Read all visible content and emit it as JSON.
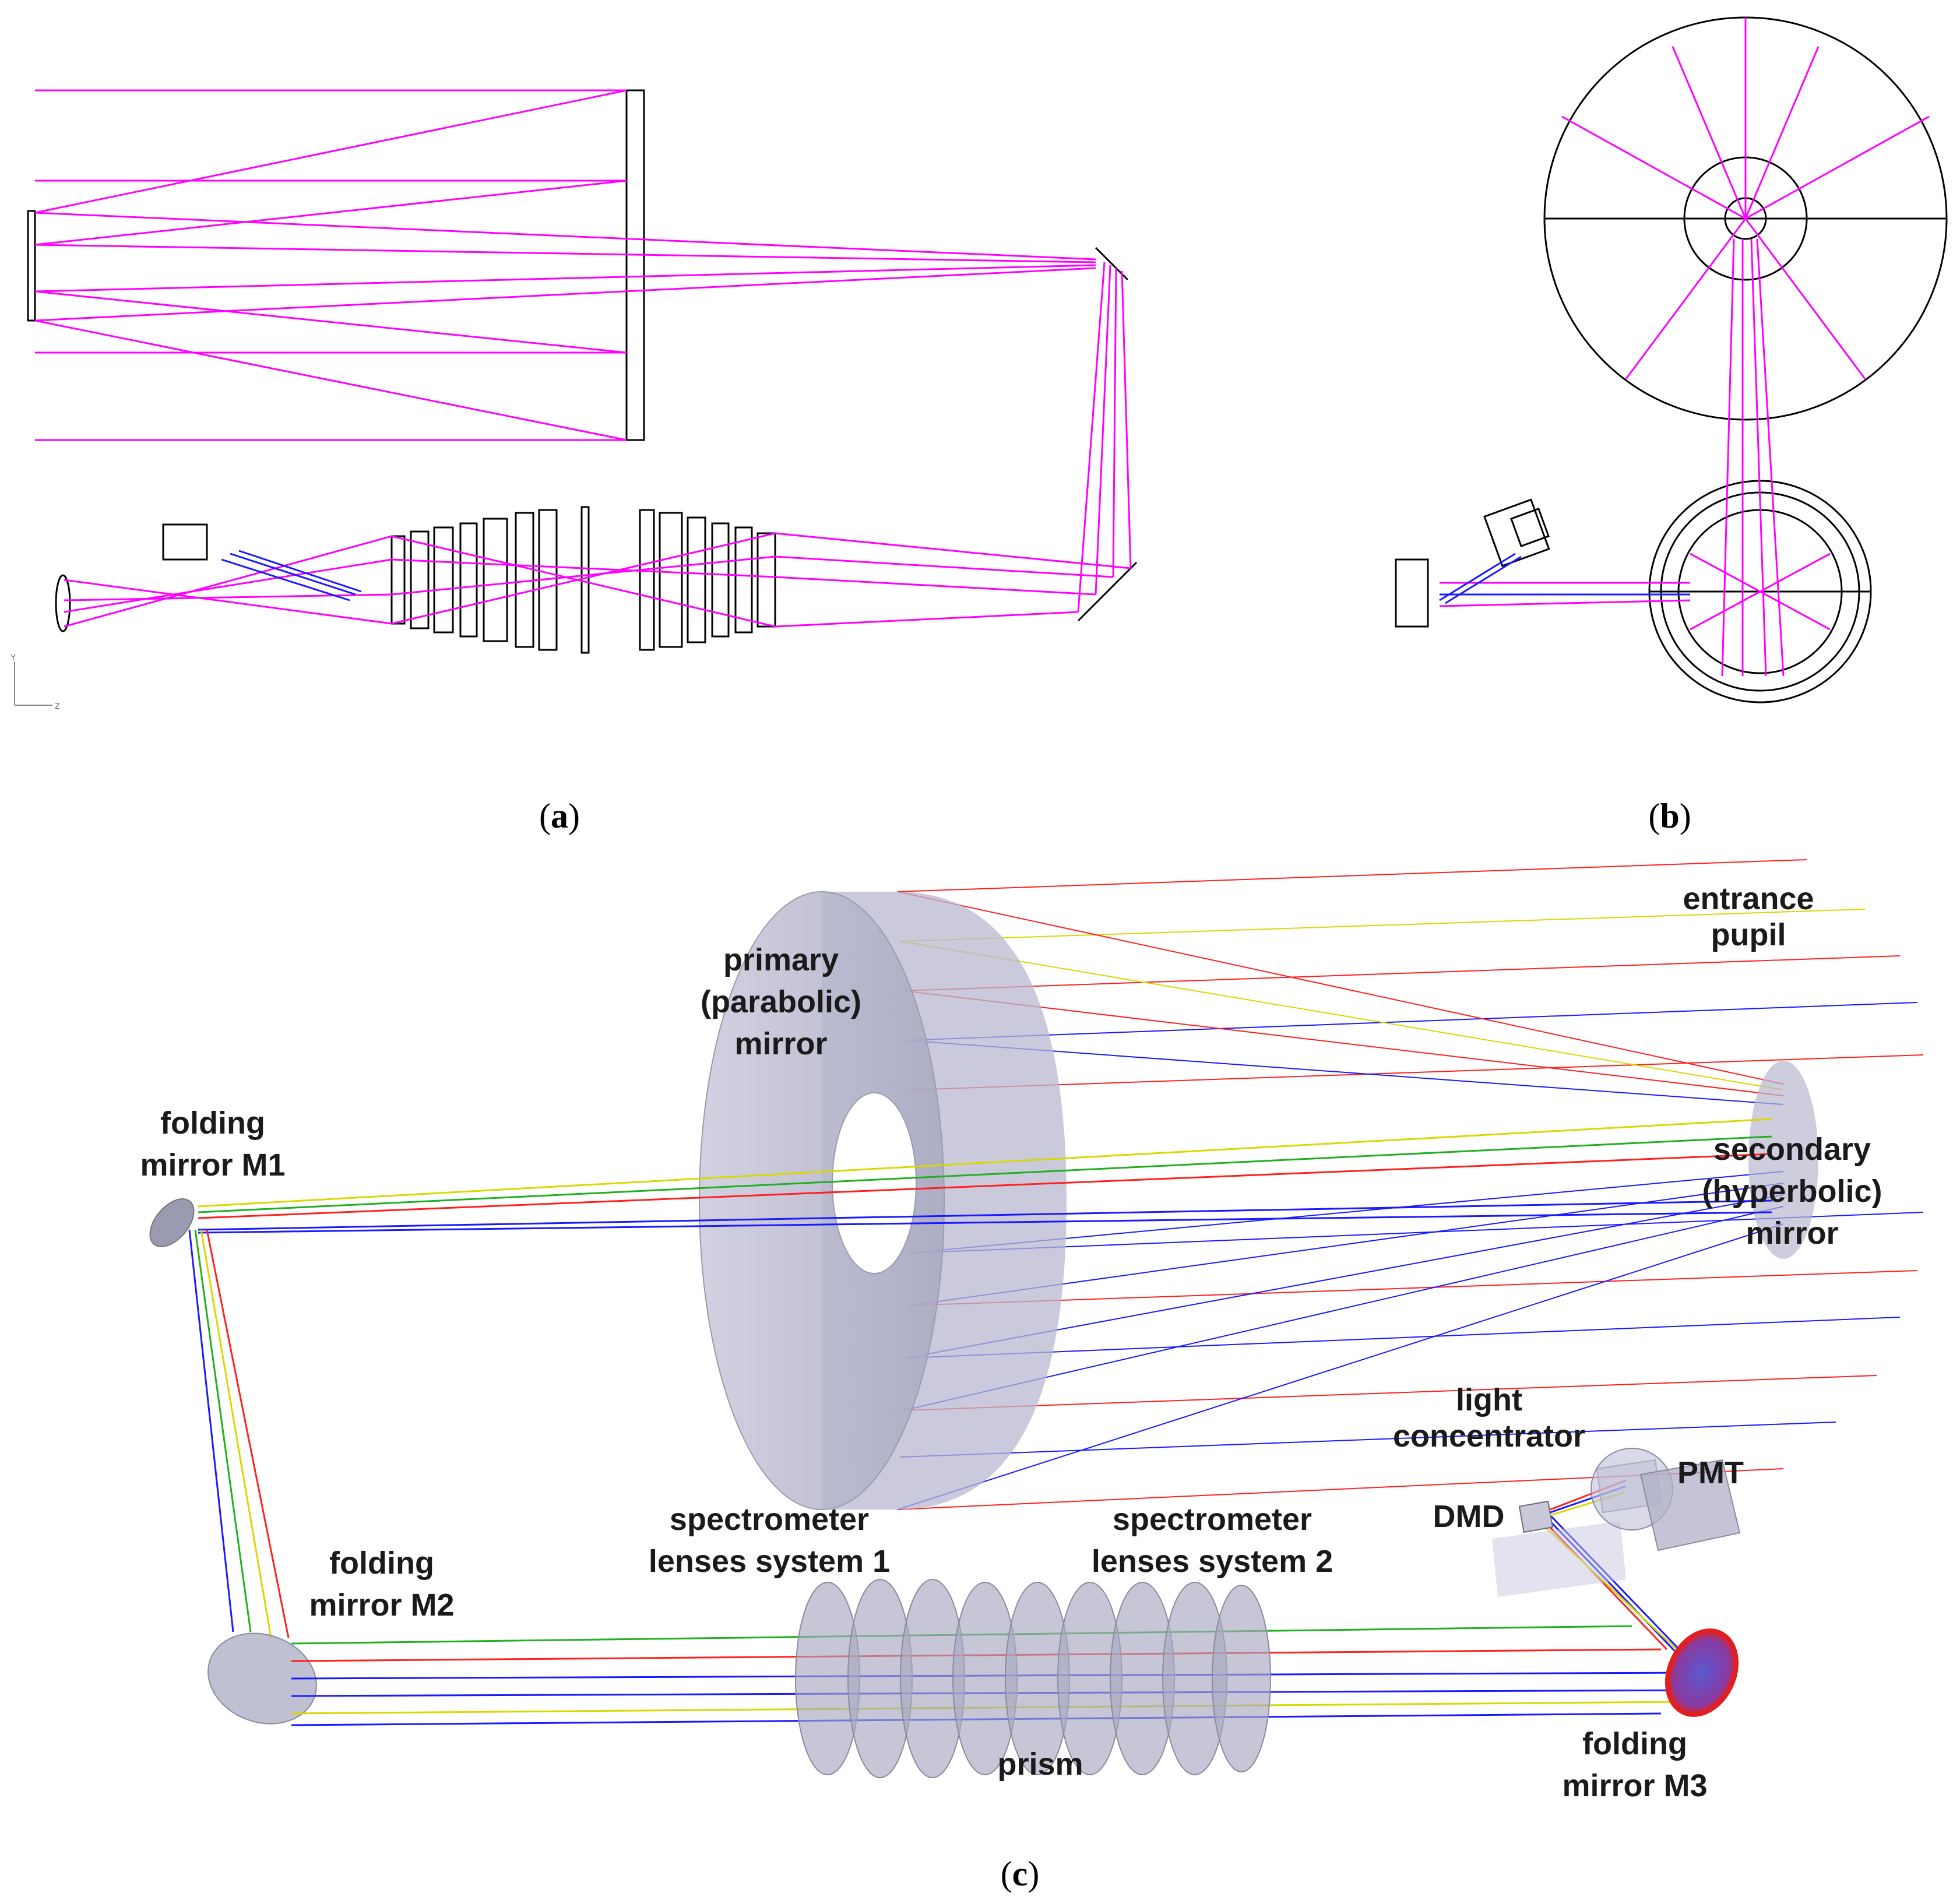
{
  "panels": {
    "a": {
      "caption_open": "(",
      "caption_letter": "a",
      "caption_close": ")"
    },
    "b": {
      "caption_open": "(",
      "caption_letter": "b",
      "caption_close": ")"
    },
    "c": {
      "caption_open": "(",
      "caption_letter": "c",
      "caption_close": ")"
    }
  },
  "axis_glyphs": {
    "y": "Y",
    "z": "Z"
  },
  "labels": {
    "entrance_pupil": [
      "entrance",
      "pupil"
    ],
    "primary_mirror": [
      "primary",
      "(parabolic)",
      "mirror"
    ],
    "folding_m1": [
      "folding",
      "mirror M1"
    ],
    "secondary_mirror": [
      "secondary",
      "(hyperbolic)",
      "mirror"
    ],
    "light_concentrator": [
      "light",
      "concentrator"
    ],
    "pmt": "PMT",
    "dmd": "DMD",
    "spectrometer_1": [
      "spectrometer",
      "lenses system 1"
    ],
    "spectrometer_2": [
      "spectrometer",
      "lenses system 2"
    ],
    "folding_m2": [
      "folding",
      "mirror M2"
    ],
    "prism": "prism",
    "folding_m3": [
      "folding",
      "mirror M3"
    ]
  },
  "colors": {
    "ray_magenta": "#ff00ff",
    "ray_blue": "#1a1aff",
    "ray_red": "#ff2020",
    "ray_yellow": "#d8d800",
    "ray_green": "#20b020",
    "optic_fill": "#b8b8d0",
    "outline": "#000000"
  }
}
